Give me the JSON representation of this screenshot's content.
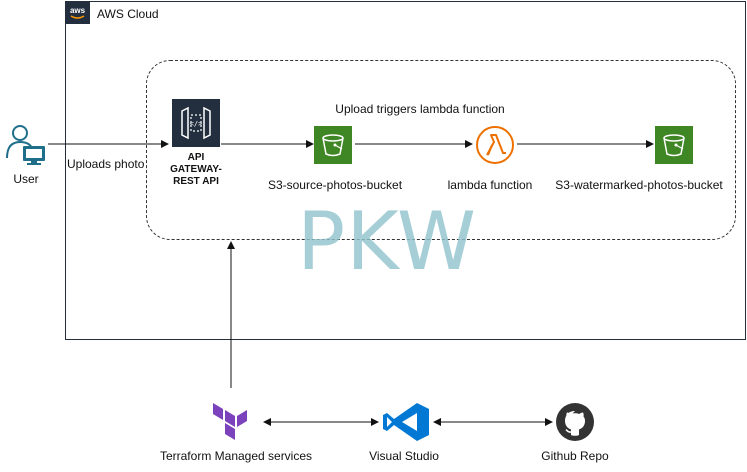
{
  "aws_cloud": {
    "title": "AWS Cloud",
    "logo_text": "aws"
  },
  "watermark": "PKW",
  "nodes": {
    "user": {
      "label": "User",
      "icon": "user-icon"
    },
    "api_gateway": {
      "label_lines": [
        "API",
        "GATEWAY-",
        "REST API"
      ],
      "icon": "api-gateway-icon"
    },
    "s3_source": {
      "label": "S3-source-photos-bucket",
      "icon": "s3-bucket-icon"
    },
    "lambda": {
      "label": "lambda function",
      "icon": "lambda-icon"
    },
    "s3_watermarked": {
      "label": "S3-watermarked-photos-bucket",
      "icon": "s3-bucket-icon"
    },
    "terraform": {
      "label": "Terraform Managed services",
      "icon": "terraform-icon"
    },
    "visual_studio": {
      "label": "Visual Studio",
      "icon": "visual-studio-icon"
    },
    "github": {
      "label": "Github Repo",
      "icon": "github-icon"
    }
  },
  "edges": {
    "uploads_photo": "Uploads photo",
    "upload_triggers": "Upload triggers lambda function"
  },
  "colors": {
    "aws_dark": "#232f3e",
    "s3_green": "#3f8624",
    "lambda_orange": "#ed7100",
    "user_blue": "#1f6f8b",
    "terraform_purple": "#7b42bc",
    "vs_blue": "#0078d4",
    "watermark": "#8fc3cc"
  }
}
